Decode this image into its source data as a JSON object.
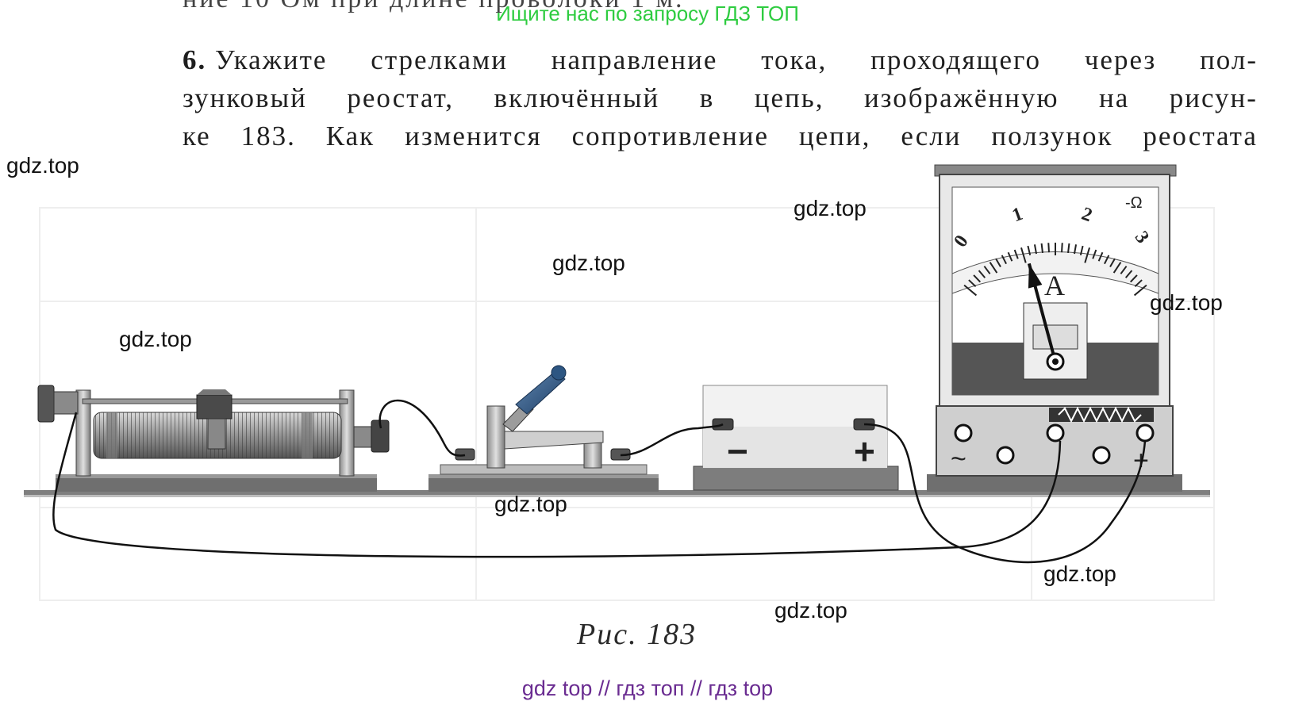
{
  "banner": "Ищите нас по запросу ГДЗ ТОП",
  "task": {
    "number": "6.",
    "lines": [
      [
        "Укажите",
        "стрелками",
        "направление",
        "тока,",
        "проходящего",
        "через",
        "пол-"
      ],
      [
        "зунковый",
        "реостат,",
        "включённый",
        "в",
        "цепь,",
        "изображённую",
        "на",
        "рисун-"
      ],
      [
        "ке",
        "183.",
        "Как",
        "изменится",
        "сопротивление",
        "цепи,",
        "если",
        "ползунок",
        "реостата"
      ]
    ]
  },
  "ammeter": {
    "symbol": "A",
    "scale_marks": [
      "0",
      "1",
      "2",
      "3"
    ],
    "current_type": "-Ω",
    "terminal_ac": "~",
    "terminal_plus": "+",
    "needle_reading": 1.05
  },
  "battery": {
    "minus": "−",
    "plus": "+"
  },
  "caption": "Рис. 183",
  "footer": "gdz top  //  гдз топ  //  гдз top",
  "watermark": "gdz.top",
  "colors": {
    "banner": "#2ecc40",
    "footer": "#6a2c91"
  }
}
